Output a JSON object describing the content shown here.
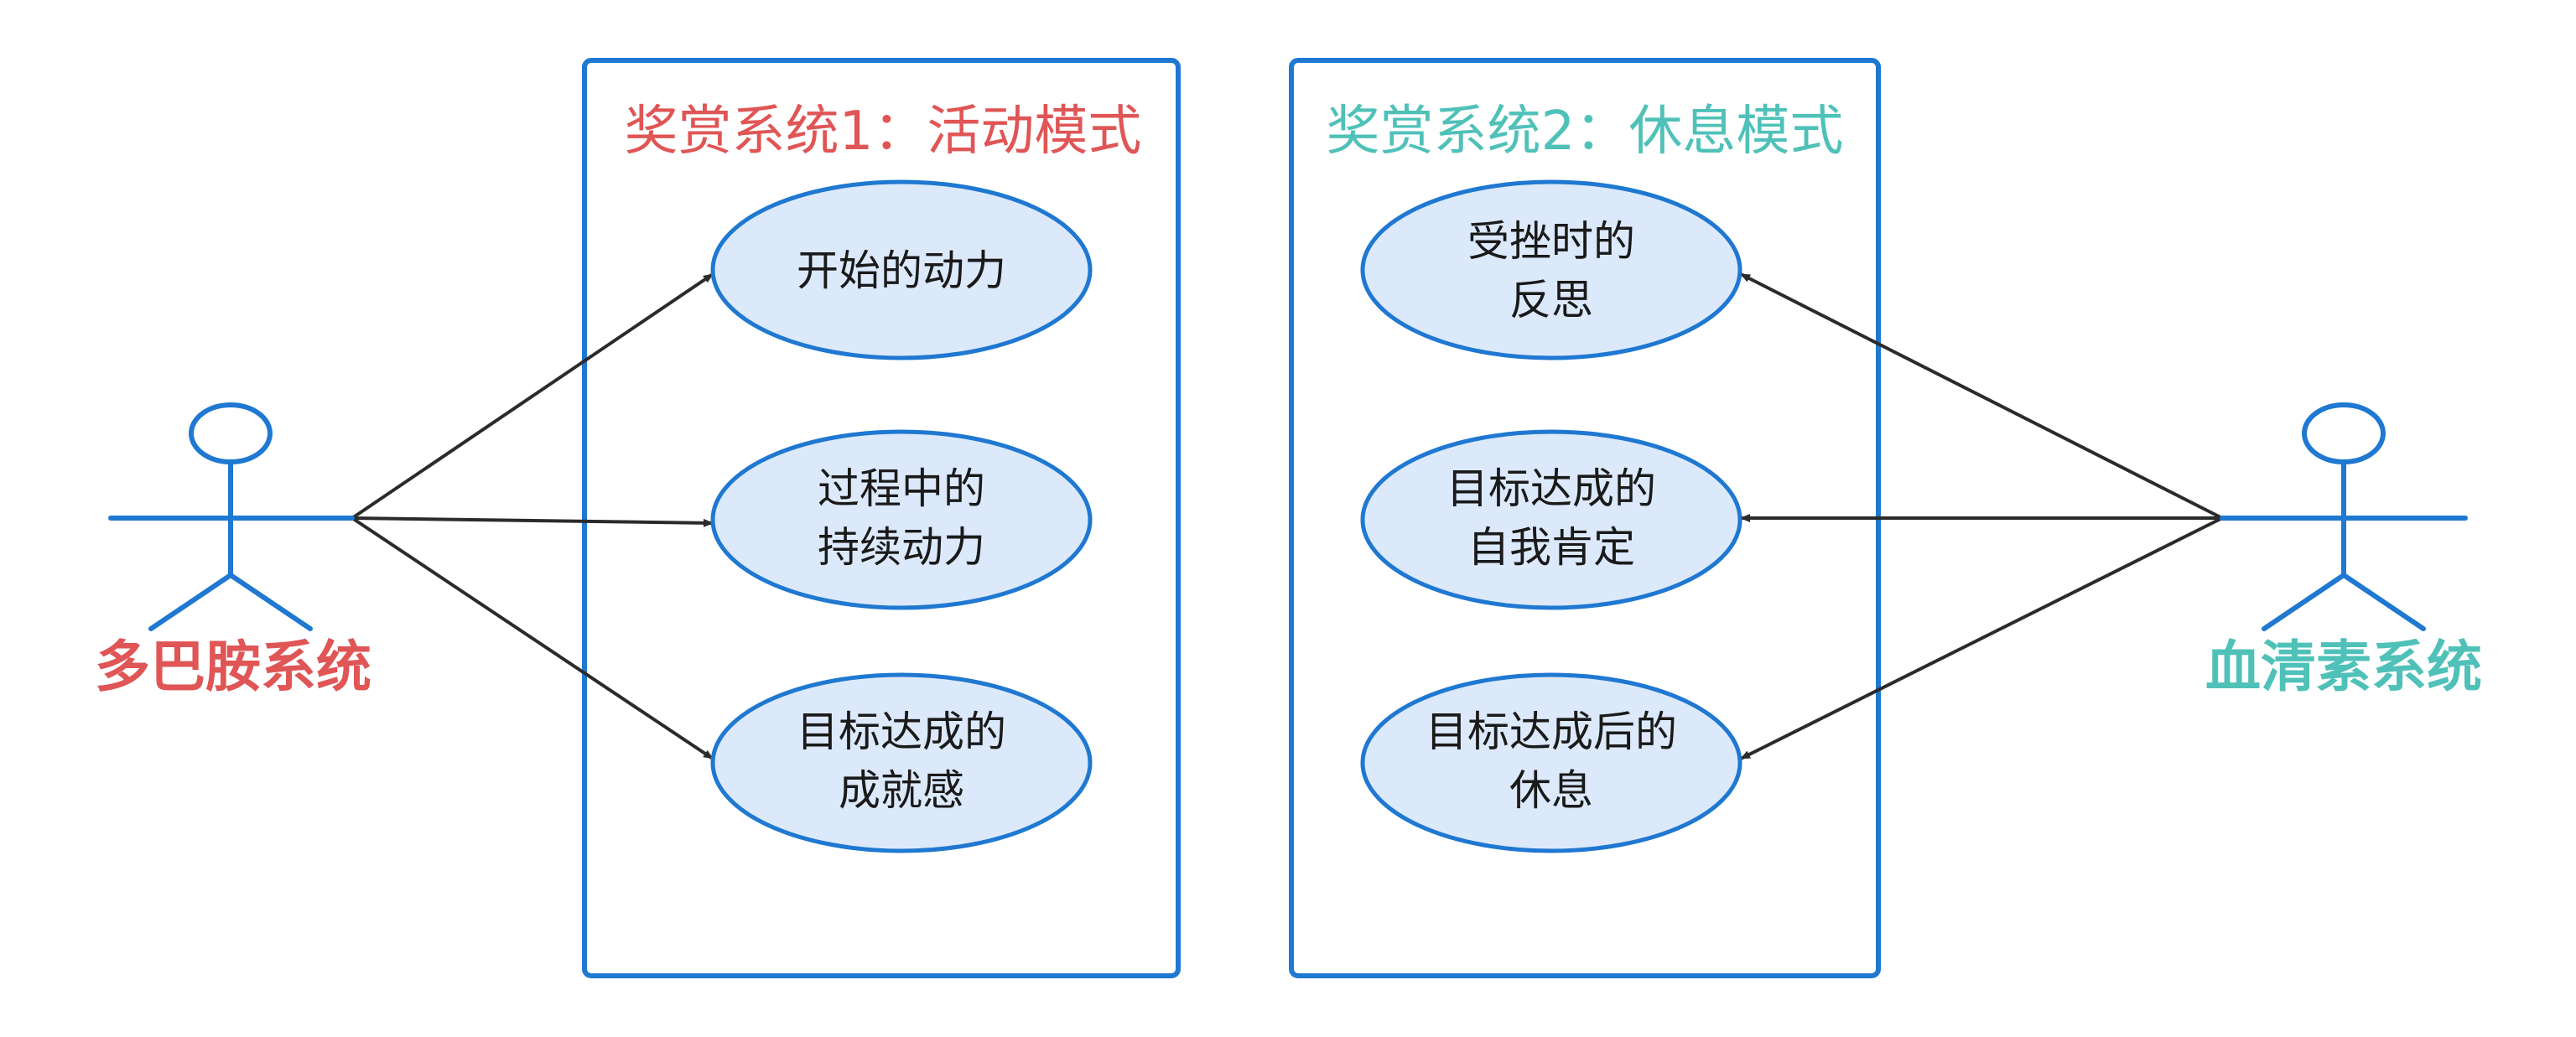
{
  "colors": {
    "frame_stroke": "#1f78d1",
    "actor_stroke": "#1f78d1",
    "ellipse_fill": "#dce9fb",
    "ellipse_stroke": "#1f78d1",
    "arrow_stroke": "#2b2b2b",
    "title_left": "#e05555",
    "title_right": "#4fc1b8",
    "actor_left_label": "#e05555",
    "actor_right_label": "#4fc1b8"
  },
  "systems": [
    {
      "title": "奖赏系统1：活动模式",
      "use_cases": [
        {
          "line1": "开始的动力",
          "line2": ""
        },
        {
          "line1": "过程中的",
          "line2": "持续动力"
        },
        {
          "line1": "目标达成的",
          "line2": "成就感"
        }
      ]
    },
    {
      "title": "奖赏系统2：休息模式",
      "use_cases": [
        {
          "line1": "受挫时的",
          "line2": "反思"
        },
        {
          "line1": "目标达成的",
          "line2": "自我肯定"
        },
        {
          "line1": "目标达成后的",
          "line2": "休息"
        }
      ]
    }
  ],
  "actors": [
    {
      "name": "多巴胺系统"
    },
    {
      "name": "血清素系统"
    }
  ]
}
